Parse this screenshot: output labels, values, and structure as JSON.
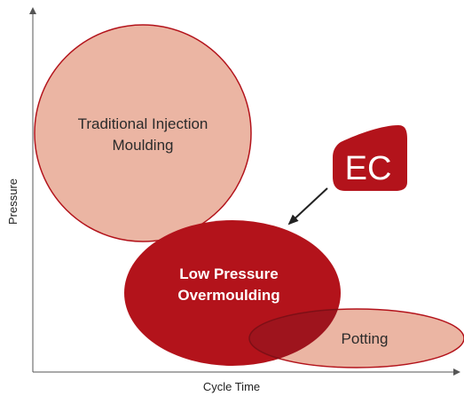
{
  "axes": {
    "x_label": "Cycle Time",
    "y_label": "Pressure"
  },
  "regions": {
    "traditional": {
      "line1": "Traditional Injection",
      "line2": "Moulding"
    },
    "low_pressure": {
      "line1": "Low Pressure",
      "line2": "Overmoulding"
    },
    "potting": {
      "line1": "Potting"
    }
  },
  "logo": {
    "text": "EC"
  },
  "colors": {
    "light_fill": "#ebb5a3",
    "light_stroke": "#b3131b",
    "dark_fill": "#b3131b",
    "potting_overlap": "#9e141d",
    "axis": "#555555",
    "arrow": "#222222"
  }
}
